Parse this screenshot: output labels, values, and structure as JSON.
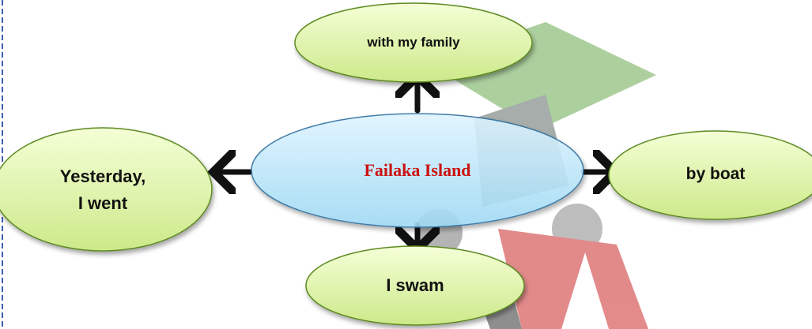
{
  "diagram": {
    "center": {
      "label": "Failaka Island"
    },
    "nodes": {
      "top": {
        "label": "with my family"
      },
      "left": {
        "lines": [
          "Yesterday,",
          "I went"
        ]
      },
      "right": {
        "label": "by boat"
      },
      "bottom": {
        "label": "I swam"
      }
    },
    "colors": {
      "center_fill_top": "#dff4ff",
      "center_fill_bottom": "#9fd9f4",
      "center_stroke": "#2f6f9f",
      "center_text": "#cc1111",
      "node_fill_top": "#f4ffd6",
      "node_fill_bottom": "#cde98a",
      "node_stroke": "#5d8a20",
      "arrow": "#111111",
      "watermark_green": "#6aa84f",
      "watermark_gray": "#666666",
      "watermark_red": "#cc2b2b"
    }
  }
}
